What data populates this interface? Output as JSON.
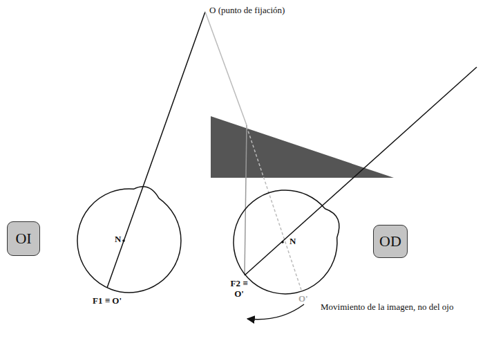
{
  "diagram": {
    "nodes": [
      {
        "text": [
          "OI"
        ]
      },
      {
        "text": [
          "N"
        ]
      },
      {
        "text": [
          "N"
        ]
      },
      {
        "text": [
          "OD"
        ]
      }
    ],
    "labels": [
      "O (punto de fijación)",
      "F1 ≡ O'",
      "F2 ≡ O'",
      "O'",
      "Movimiento de la imagen, no del ojo"
    ]
  }
}
